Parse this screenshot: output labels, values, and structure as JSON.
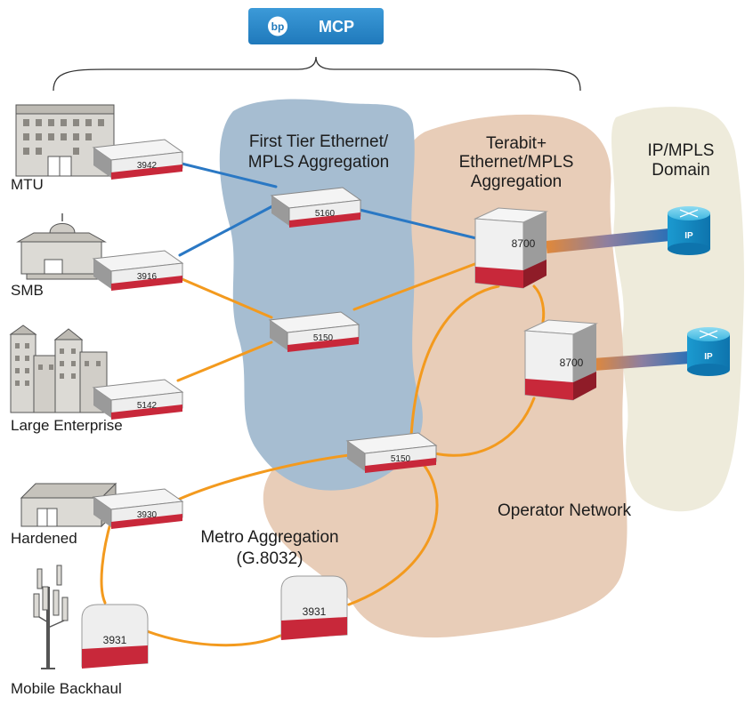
{
  "header": {
    "logo_text": "bp",
    "title": "MCP"
  },
  "regions": {
    "first_tier_line1": "First Tier Ethernet/",
    "first_tier_line2": "MPLS Aggregation",
    "terabit_line1": "Terabit+",
    "terabit_line2": "Ethernet/MPLS",
    "terabit_line3": "Aggregation",
    "ipmpls_line1": "IP/MPLS",
    "ipmpls_line2": "Domain",
    "operator": "Operator Network",
    "metro_line1": "Metro Aggregation",
    "metro_line2": "(G.8032)"
  },
  "sites": [
    "MTU",
    "SMB",
    "Large Enterprise",
    "Hardened",
    "Mobile Backhaul"
  ],
  "devices": {
    "d3942": "3942",
    "d3916": "3916",
    "d5142": "5142",
    "d3930": "3930",
    "d5160": "5160",
    "d5150a": "5150",
    "d5150b": "5150",
    "d8700a": "8700",
    "d8700b": "8700",
    "d3931a": "3931",
    "d3931b": "3931",
    "ipA": "IP",
    "ipB": "IP"
  },
  "colors": {
    "mcp_blue": "#2a88c8",
    "blue_link": "#2a78c4",
    "orange_link": "#f39a1e",
    "first_tier_cloud": "#a6bdd1",
    "operator_cloud": "#e8cdb8",
    "ipmpls_cloud": "#eeebdb",
    "device_red": "#c8283a"
  }
}
